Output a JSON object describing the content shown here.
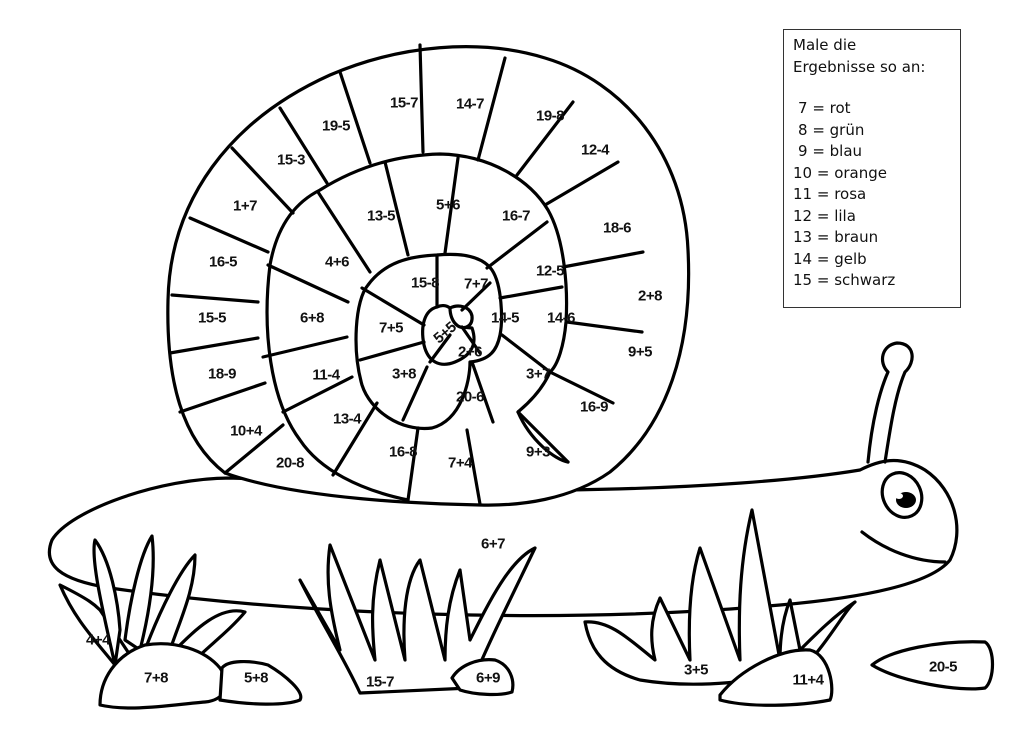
{
  "legend": {
    "title_line1": "Male die",
    "title_line2": "Ergebnisse so an:",
    "items": [
      {
        "value": "7",
        "color": "rot"
      },
      {
        "value": "8",
        "color": "grün"
      },
      {
        "value": "9",
        "color": "blau"
      },
      {
        "value": "10",
        "color": "orange"
      },
      {
        "value": "11",
        "color": "rosa"
      },
      {
        "value": "12",
        "color": "lila"
      },
      {
        "value": "13",
        "color": "braun"
      },
      {
        "value": "14",
        "color": "gelb"
      },
      {
        "value": "15",
        "color": "schwarz"
      }
    ]
  },
  "shell": {
    "outer_ring": [
      "15-7",
      "14-7",
      "19-8",
      "12-4",
      "18-6",
      "2+8",
      "9+5",
      "16-9",
      "19-5",
      "15-3",
      "1+7",
      "16-5",
      "15-5",
      "18-9",
      "10+4",
      "20-8"
    ],
    "middle_ring": [
      "13-5",
      "5+6",
      "16-7",
      "12-5",
      "14-6",
      "3+7",
      "9+3",
      "7+4",
      "16-8",
      "13-4",
      "11-4",
      "6+8",
      "4+6"
    ],
    "inner_ring": [
      "15-8",
      "7+7",
      "14-5",
      "2+6",
      "20-6",
      "3+8",
      "7+5"
    ],
    "center": "5+5"
  },
  "ground": {
    "body": "6+7",
    "grass_left": "4+4",
    "stone_1": "7+8",
    "stone_2": "5+8",
    "grass_middle": "15-7",
    "stone_3": "6+9",
    "grass_right": "3+5",
    "stone_4": "11+4",
    "stone_5": "20-5"
  }
}
